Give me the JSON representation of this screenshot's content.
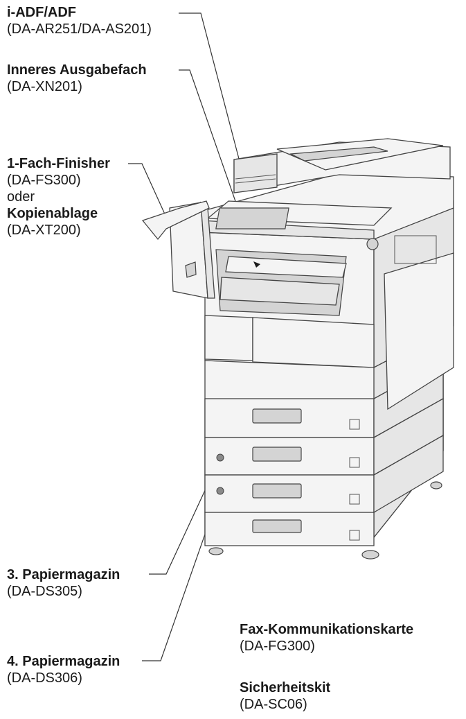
{
  "callouts": {
    "adf": {
      "name": "i-ADF/ADF",
      "model": "(DA-AR251/DA-AS201)"
    },
    "inner_tray": {
      "name": "Inneres Ausgabefach",
      "model": "(DA-XN201)"
    },
    "finisher": {
      "name": "1-Fach-Finisher",
      "model": "(DA-FS300)",
      "conjunction": "oder",
      "alt_name": "Kopienablage",
      "alt_model": "(DA-XT200)"
    },
    "paper_tray_3": {
      "name": "3. Papiermagazin",
      "model": "(DA-DS305)"
    },
    "paper_tray_4": {
      "name": "4. Papiermagazin",
      "model": "(DA-DS306)"
    },
    "fax_card": {
      "name": "Fax-Kommunikationskarte",
      "model": "(DA-FG300)"
    },
    "security_kit": {
      "name": "Sicherheitskit",
      "model": "(DA-SC06)"
    }
  }
}
